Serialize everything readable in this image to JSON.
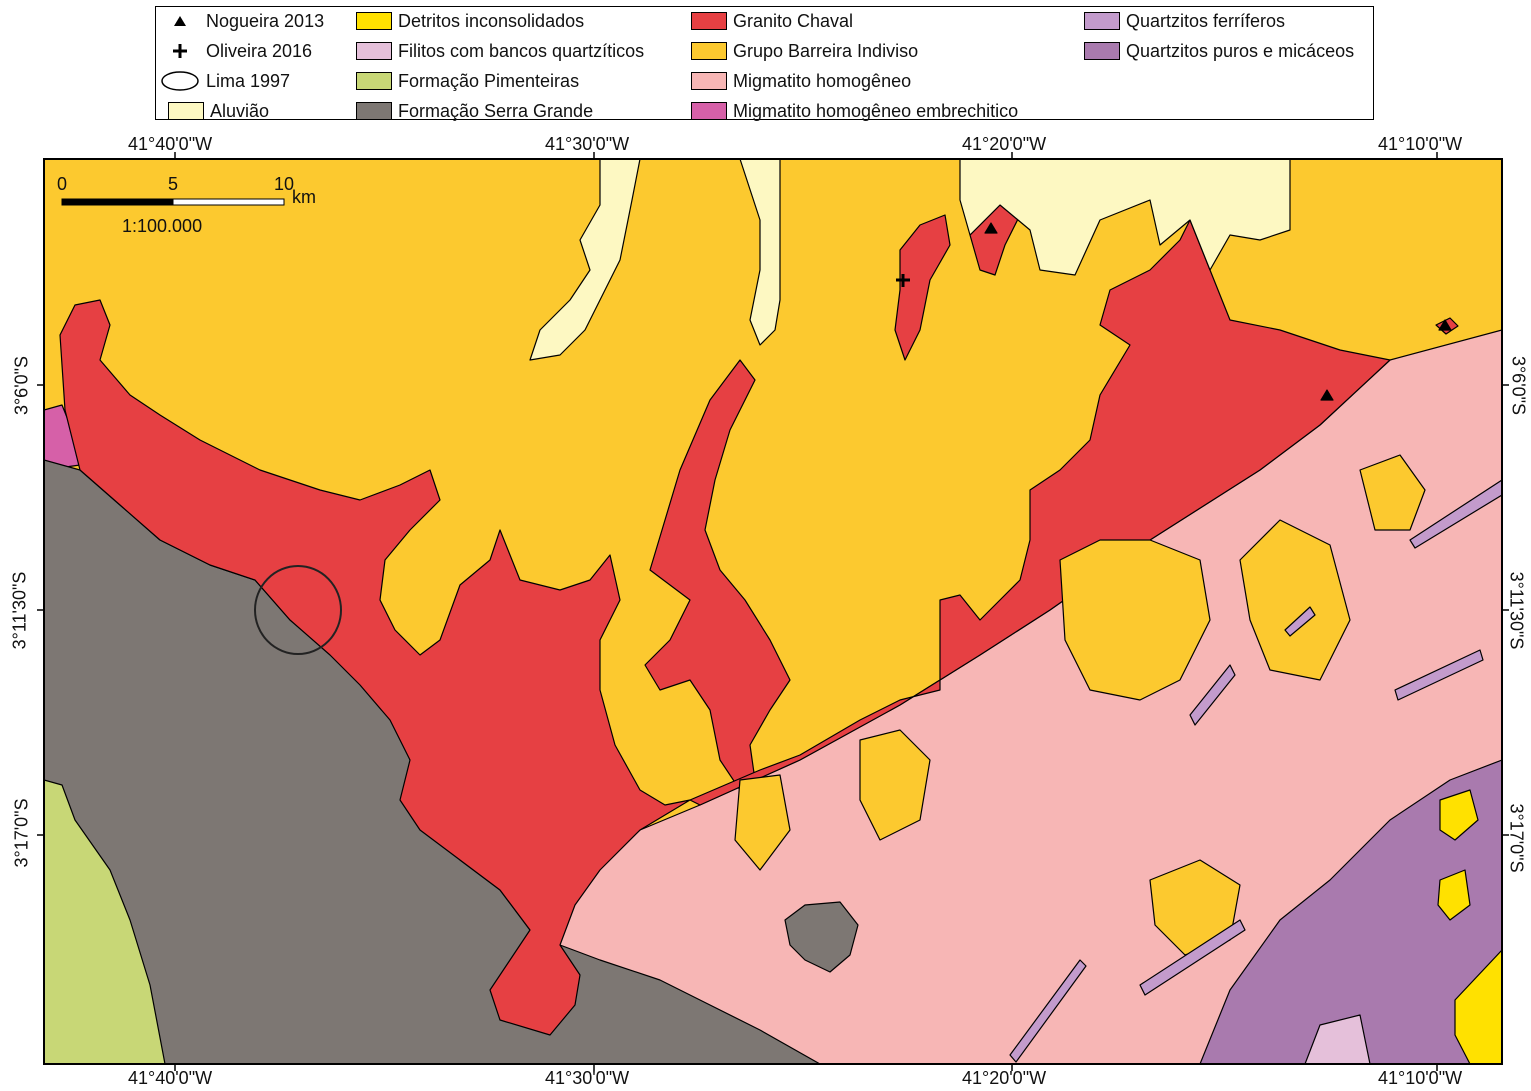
{
  "colors": {
    "yellow_detritos": "#ffe100",
    "barreira": "#fcc92f",
    "aluviao": "#fdf8c2",
    "granito": "#e64043",
    "migmatito": "#f7b6b5",
    "embrechitico": "#d660a8",
    "filitos": "#e5c0da",
    "pimenteiras": "#c8d776",
    "serra_grande": "#7d7773",
    "qtz_ferriferos": "#c39bcc",
    "qtz_puros": "#a97aae"
  },
  "legend": {
    "points": [
      {
        "label": "Nogueira 2013",
        "icon": "triangle-icon"
      },
      {
        "label": "Oliveira 2016",
        "icon": "cross-icon"
      },
      {
        "label": "Lima 1997",
        "icon": "ellipse-icon"
      }
    ],
    "units": [
      {
        "label": "Aluvião",
        "color": "#fdf8c2"
      },
      {
        "label": "Detritos inconsolidados",
        "color": "#ffe100"
      },
      {
        "label": "Filitos com bancos quartzíticos",
        "color": "#e5c0da"
      },
      {
        "label": "Formação Pimenteiras",
        "color": "#c8d776"
      },
      {
        "label": "Formação Serra Grande",
        "color": "#7d7773"
      },
      {
        "label": "Granito Chaval",
        "color": "#e64043"
      },
      {
        "label": "Grupo Barreira Indiviso",
        "color": "#fcc92f"
      },
      {
        "label": "Migmatito homogêneo",
        "color": "#f7b6b5"
      },
      {
        "label": "Migmatito homogêneo embrechitico",
        "color": "#d660a8"
      },
      {
        "label": "Quartzitos ferríferos",
        "color": "#c39bcc"
      },
      {
        "label": "Quartzitos puros e micáceos",
        "color": "#a97aae"
      }
    ]
  },
  "coordinates": {
    "longitudes": [
      "41°40'0\"W",
      "41°30'0\"W",
      "41°20'0\"W",
      "41°10'0\"W"
    ],
    "latitudes": [
      "3°6'0\"S",
      "3°11'30\"S",
      "3°17'0\"S"
    ]
  },
  "scale": {
    "ticks": [
      "0",
      "5",
      "10"
    ],
    "unit": "km",
    "ratio": "1:100.000"
  }
}
